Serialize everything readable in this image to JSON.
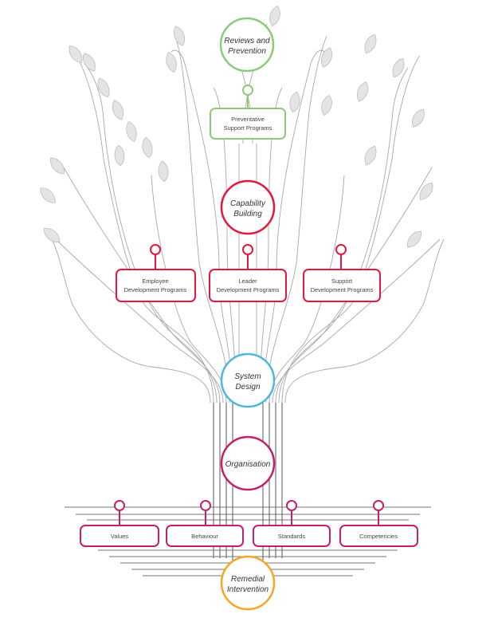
{
  "colors": {
    "green": "#8cc97a",
    "red": "#e2183c",
    "blue": "#4cb8dc",
    "magenta": "#c4206a",
    "orange": "#f6a623",
    "branch": "#a8a8a8",
    "leaf": "#e4e4e4"
  },
  "nodes": {
    "reviews": {
      "line1": "Reviews and",
      "line2": "Prevention"
    },
    "capability": {
      "line1": "Capability",
      "line2": "Building"
    },
    "system": {
      "line1": "System",
      "line2": "Design"
    },
    "organisation": {
      "line1": "Organisation"
    },
    "remedial": {
      "line1": "Remedial",
      "line2": "Intervention"
    }
  },
  "boxes": {
    "preventative": {
      "line1": "Preventative",
      "line2": "Support Programs"
    },
    "employee": {
      "line1": "Employee",
      "line2": "Development Programs"
    },
    "leader": {
      "line1": "Leader",
      "line2": "Development Programs"
    },
    "support": {
      "line1": "Support",
      "line2": "Development Programs"
    },
    "values": {
      "line1": "Values"
    },
    "behaviour": {
      "line1": "Behaviour"
    },
    "standards": {
      "line1": "Standards"
    },
    "competencies": {
      "line1": "Competencies"
    }
  }
}
